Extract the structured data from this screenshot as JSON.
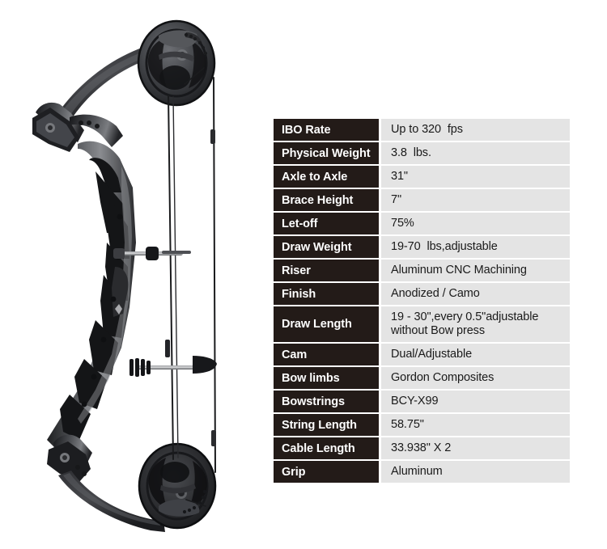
{
  "product": {
    "image_alt": "compound-bow-side-view",
    "parts": {
      "top_cam": "top-cam-wheel",
      "bottom_cam": "bottom-cam-wheel",
      "riser": "machined-aluminum-riser",
      "limbs": "bow-limbs",
      "string": "bowstring",
      "cables": "cables",
      "stabilizer": "stabilizer-rod",
      "grip": "grip"
    }
  },
  "spec_table": {
    "rows": [
      {
        "label": "IBO Rate",
        "value": "Up to 320  fps"
      },
      {
        "label": "Physical  Weight",
        "value": "3.8  lbs."
      },
      {
        "label": "Axle to Axle",
        "value": "31\""
      },
      {
        "label": "Brace Height",
        "value": "7\""
      },
      {
        "label": "Let-off",
        "value": "75%"
      },
      {
        "label": "Draw Weight",
        "value": "19-70  lbs,adjustable"
      },
      {
        "label": "Riser",
        "value": "Aluminum CNC Machining"
      },
      {
        "label": "Finish",
        "value": "Anodized / Camo"
      },
      {
        "label": "Draw Length",
        "value": "19 - 30\",every 0.5\"adjustable\nwithout Bow press",
        "tall": true
      },
      {
        "label": "Cam",
        "value": "Dual/Adjustable"
      },
      {
        "label": "Bow limbs",
        "value": "Gordon Composites"
      },
      {
        "label": "Bowstrings",
        "value": "BCY-X99"
      },
      {
        "label": "String Length",
        "value": "58.75\""
      },
      {
        "label": "Cable Length",
        "value": "33.938\" X 2"
      },
      {
        "label": "Grip",
        "value": "Aluminum"
      }
    ]
  },
  "colors": {
    "label_bg": "#231b18",
    "label_fg": "#ffffff",
    "value_bg": "#e4e4e4",
    "value_fg": "#1a1a1a",
    "page_bg": "#ffffff",
    "bow_dark": "#2b2b2e",
    "bow_mid": "#55565a",
    "bow_light": "#8e9094"
  }
}
